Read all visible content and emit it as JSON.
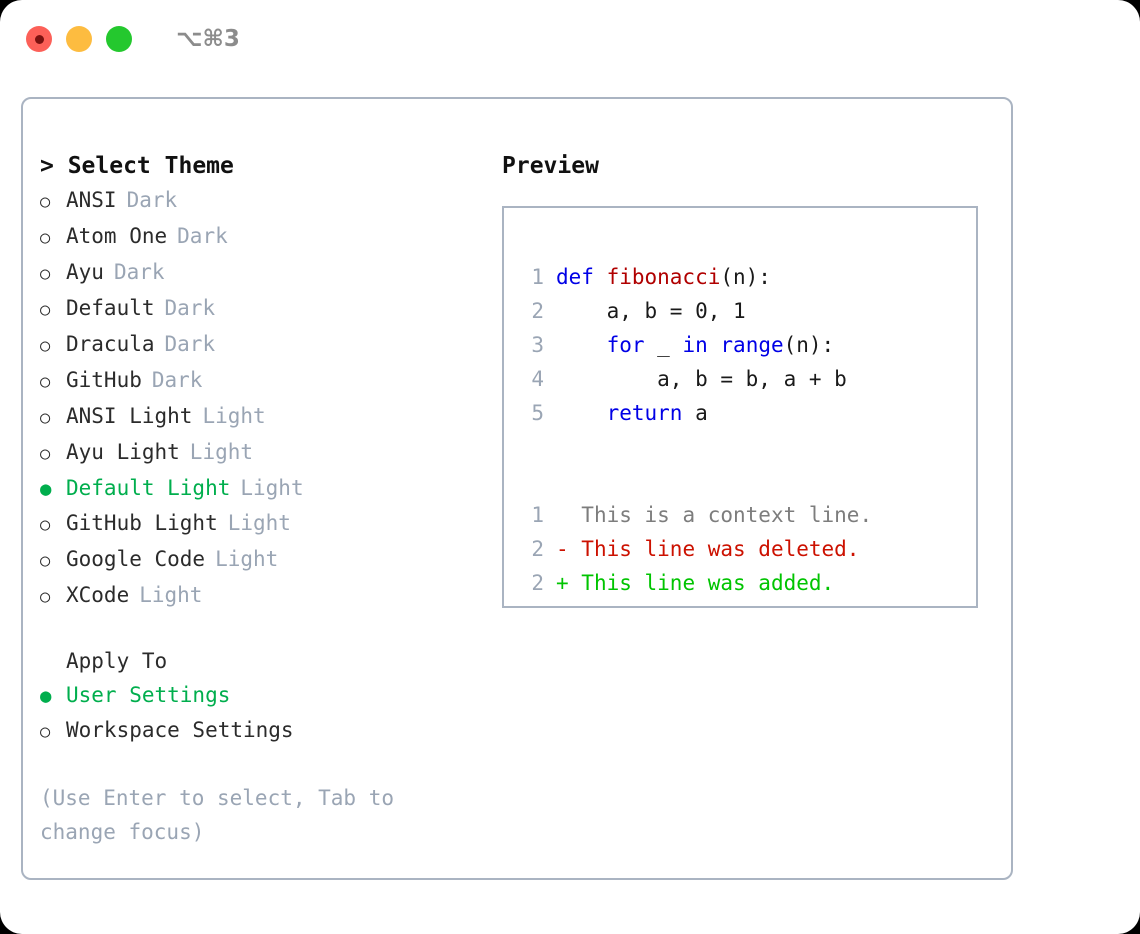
{
  "window": {
    "title": "⌥⌘3",
    "traffic_lights": [
      "close-red",
      "minimize-yellow",
      "maximize-green"
    ]
  },
  "theme_picker": {
    "heading": "> Select Theme",
    "marker_unselected": "○",
    "marker_selected": "●",
    "options": [
      {
        "label": "ANSI",
        "badge": "Dark",
        "selected": false
      },
      {
        "label": "Atom One",
        "badge": "Dark",
        "selected": false
      },
      {
        "label": "Ayu",
        "badge": "Dark",
        "selected": false
      },
      {
        "label": "Default",
        "badge": "Dark",
        "selected": false
      },
      {
        "label": "Dracula",
        "badge": "Dark",
        "selected": false
      },
      {
        "label": "GitHub",
        "badge": "Dark",
        "selected": false
      },
      {
        "label": "ANSI Light",
        "badge": "Light",
        "selected": false
      },
      {
        "label": "Ayu Light",
        "badge": "Light",
        "selected": false
      },
      {
        "label": "Default Light",
        "badge": "Light",
        "selected": true
      },
      {
        "label": "GitHub Light",
        "badge": "Light",
        "selected": false
      },
      {
        "label": "Google Code",
        "badge": "Light",
        "selected": false
      },
      {
        "label": "XCode",
        "badge": "Light",
        "selected": false
      }
    ]
  },
  "apply_to": {
    "heading": "Apply To",
    "options": [
      {
        "label": "User Settings",
        "selected": true
      },
      {
        "label": "Workspace Settings",
        "selected": false
      }
    ]
  },
  "hint": "(Use Enter to select, Tab to change focus)",
  "preview": {
    "title": "Preview",
    "code_lines": [
      {
        "number": "1",
        "tokens": [
          {
            "text": "def ",
            "kind": "kw"
          },
          {
            "text": "fibonacci",
            "kind": "fn"
          },
          {
            "text": "(n):",
            "kind": "plain"
          }
        ]
      },
      {
        "number": "2",
        "tokens": [
          {
            "text": "    a, b = 0, 1",
            "kind": "plain"
          }
        ]
      },
      {
        "number": "3",
        "tokens": [
          {
            "text": "    ",
            "kind": "plain"
          },
          {
            "text": "for",
            "kind": "kw"
          },
          {
            "text": " _ ",
            "kind": "plain"
          },
          {
            "text": "in",
            "kind": "kw"
          },
          {
            "text": " ",
            "kind": "plain"
          },
          {
            "text": "range",
            "kind": "kw"
          },
          {
            "text": "(n):",
            "kind": "plain"
          }
        ]
      },
      {
        "number": "4",
        "tokens": [
          {
            "text": "        a, b = b, a + b",
            "kind": "plain"
          }
        ]
      },
      {
        "number": "5",
        "tokens": [
          {
            "text": "    ",
            "kind": "plain"
          },
          {
            "text": "return",
            "kind": "kw"
          },
          {
            "text": " a",
            "kind": "plain"
          }
        ]
      }
    ],
    "diff_lines": [
      {
        "number": "1",
        "sign": " ",
        "text": " This is a context line.",
        "kind": "ctx"
      },
      {
        "number": "2",
        "sign": "-",
        "text": " This line was deleted.",
        "kind": "del"
      },
      {
        "number": "2",
        "sign": "+",
        "text": " This line was added.",
        "kind": "add"
      }
    ]
  },
  "colors": {
    "accent_green": "#00ae4d",
    "badge_gray": "#9aa5b4",
    "border": "#aab4c2",
    "keyword_blue": "#0000e6",
    "function_red": "#b00000",
    "diff_delete": "#cc1100",
    "diff_add": "#00c400",
    "diff_context": "#7d7d7d"
  }
}
